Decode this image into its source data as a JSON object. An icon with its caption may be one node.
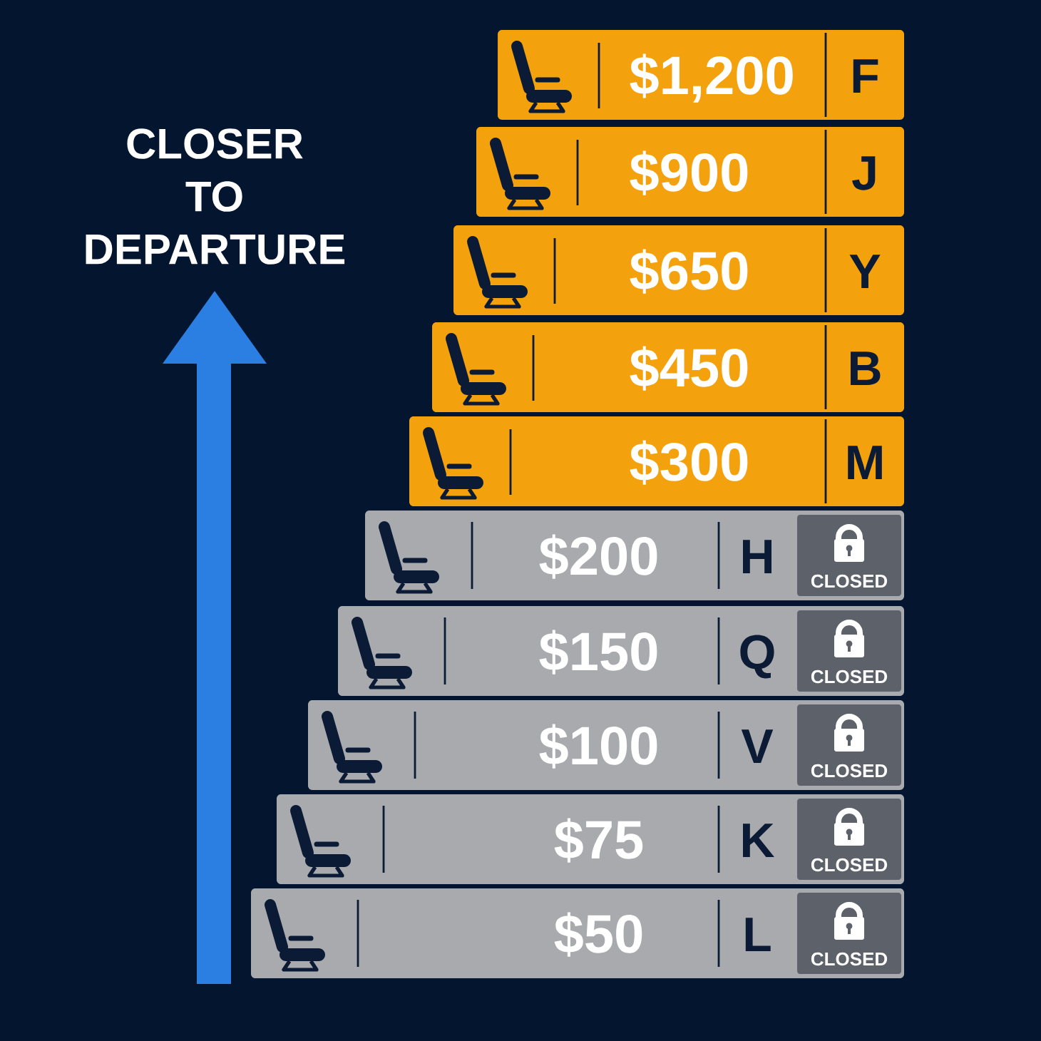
{
  "diagram": {
    "nodes": [
      {
        "text": [
          "$1,200",
          "F"
        ]
      },
      {
        "text": [
          "$900",
          "J"
        ]
      },
      {
        "text": [
          "$650",
          "Y"
        ]
      },
      {
        "text": [
          "$450",
          "B"
        ]
      },
      {
        "text": [
          "$300",
          "M"
        ]
      },
      {
        "text": [
          "$200",
          "H"
        ]
      },
      {
        "text": [
          "CLOSED"
        ],
        "in": 5
      },
      {
        "text": [
          "$150",
          "Q"
        ]
      },
      {
        "text": [
          "CLOSED"
        ],
        "in": 7
      },
      {
        "text": [
          "$100",
          "V"
        ]
      },
      {
        "text": [
          "CLOSED"
        ],
        "in": 9
      },
      {
        "text": [
          "$75",
          "K"
        ]
      },
      {
        "text": [
          "CLOSED"
        ],
        "in": 11
      },
      {
        "text": [
          "$50",
          "L"
        ]
      },
      {
        "text": [
          "CLOSED"
        ],
        "in": 13
      }
    ],
    "labels": [
      "CLOSER TO DEPARTURE"
    ]
  }
}
